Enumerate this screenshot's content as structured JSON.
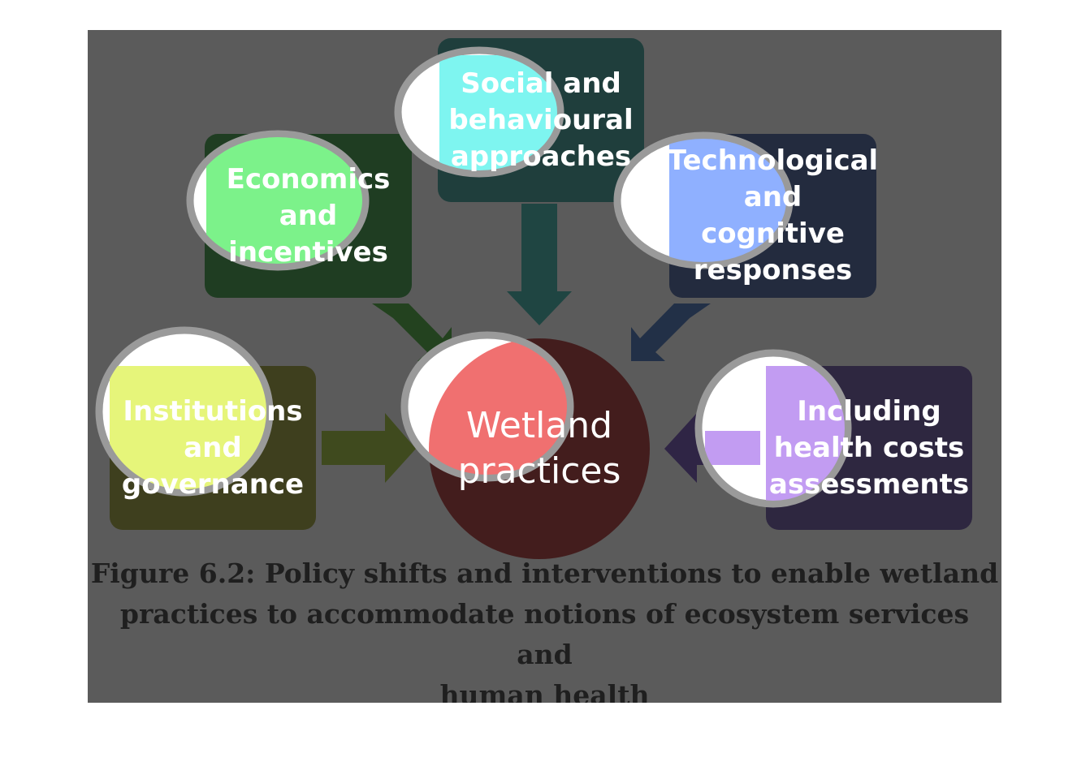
{
  "nodes": {
    "social": {
      "label": "Social and\nbehavioural\napproaches",
      "color": "#7ef5f0"
    },
    "economics": {
      "label": "Economics\nand\nincentives",
      "color": "#7cf28a"
    },
    "technological": {
      "label": "Technological\nand cognitive\nresponses",
      "color": "#8fb0ff"
    },
    "institutions": {
      "label": "Institutions\nand\ngovernance",
      "color": "#e6f57a"
    },
    "health": {
      "label": "Including\nhealth costs\nassessments",
      "color": "#c29cf2"
    },
    "center": {
      "label": "Wetland\npractices",
      "color": "#f07070"
    }
  },
  "caption": {
    "line1": "Figure 6.2: Policy shifts and interventions to enable wetland",
    "line2": "practices to accommodate notions of ecosystem services and",
    "line3": "human health"
  }
}
